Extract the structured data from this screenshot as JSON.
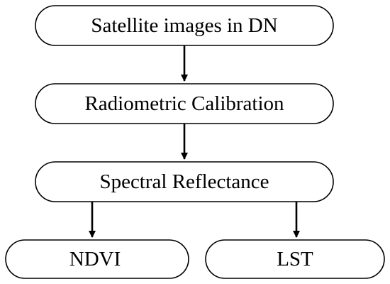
{
  "diagram": {
    "nodes": [
      {
        "id": "satellite-images",
        "label": "Satellite images in DN"
      },
      {
        "id": "radiometric-calibration",
        "label": "Radiometric Calibration"
      },
      {
        "id": "spectral-reflectance",
        "label": "Spectral Reflectance"
      },
      {
        "id": "ndvi",
        "label": "NDVI"
      },
      {
        "id": "lst",
        "label": "LST"
      }
    ],
    "edges": [
      {
        "from": "satellite-images",
        "to": "radiometric-calibration"
      },
      {
        "from": "radiometric-calibration",
        "to": "spectral-reflectance"
      },
      {
        "from": "spectral-reflectance",
        "to": "ndvi"
      },
      {
        "from": "spectral-reflectance",
        "to": "lst"
      }
    ],
    "colors": {
      "stroke": "#000000",
      "fill": "#ffffff",
      "text": "#000000"
    }
  }
}
